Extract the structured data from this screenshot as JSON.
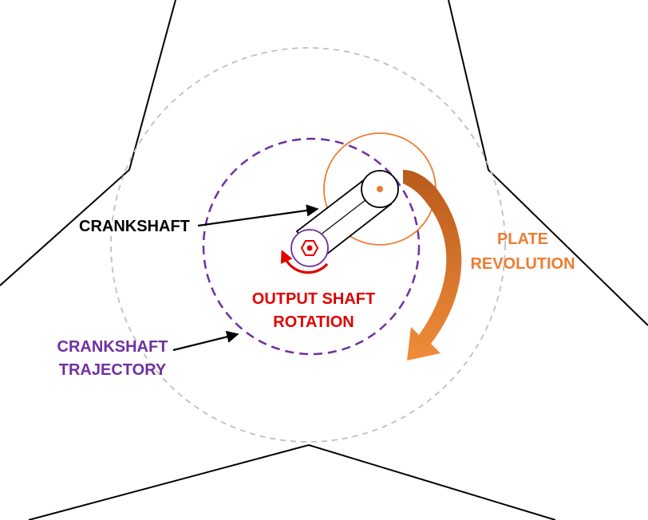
{
  "labels": {
    "crankshaft": "CRANKSHAFT",
    "plate_revolution_line1": "PLATE",
    "plate_revolution_line2": "REVOLUTION",
    "output_shaft_line1": "OUTPUT SHAFT",
    "output_shaft_line2": "ROTATION",
    "trajectory_line1": "CRANKSHAFT",
    "trajectory_line2": "TRAJECTORY"
  },
  "colors": {
    "black": "#000000",
    "orange": "#ED7D31",
    "orange_dark": "#C55A11",
    "red": "#E00000",
    "purple": "#7030A0",
    "gray_dashed": "#BFBFBF"
  }
}
